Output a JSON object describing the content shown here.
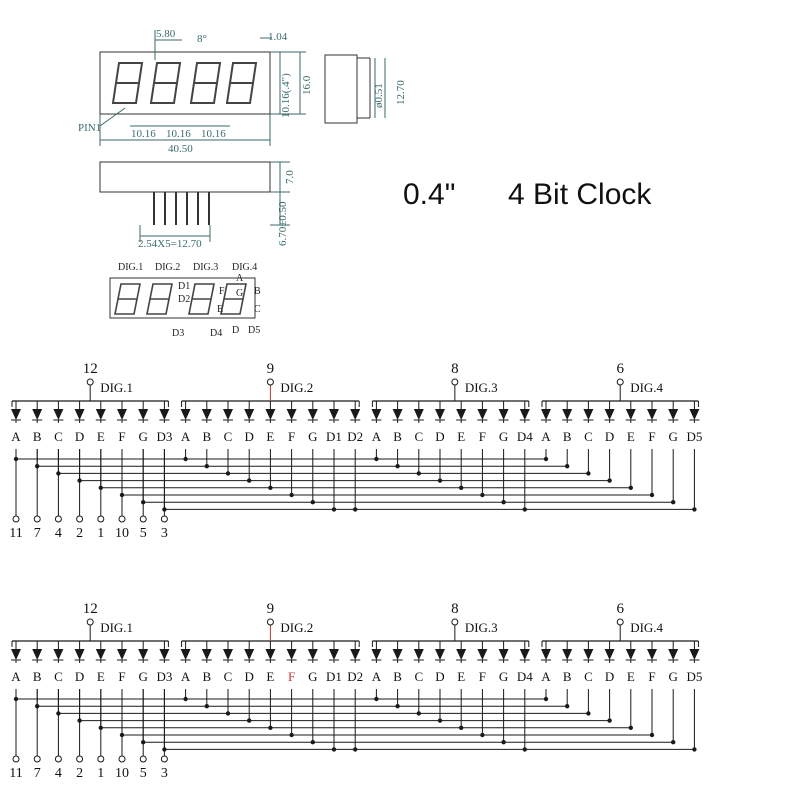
{
  "title": {
    "size": "0.4\"",
    "kind": "4 Bit Clock"
  },
  "mechanical": {
    "top_dims": [
      "5.80",
      "8°",
      "1.04"
    ],
    "height_dims": [
      "10.16(.4\")",
      "16.0"
    ],
    "pitch_dims": [
      "10.16",
      "10.16",
      "10.16"
    ],
    "width_dim": "40.50",
    "pin1": "PIN1",
    "side_dims": [
      "ø0.51",
      "12.70"
    ],
    "profile_dims": [
      "7.0",
      "6.70±0.50"
    ],
    "pin_pitch": "2.54X5=12.70"
  },
  "display_legend": {
    "digits": [
      "DIG.1",
      "DIG.2",
      "DIG.3",
      "DIG.4"
    ],
    "segment_labels": [
      "A",
      "B",
      "C",
      "D",
      "E",
      "F",
      "G"
    ],
    "point_labels": [
      "D1",
      "D2",
      "D3",
      "D4",
      "D5"
    ]
  },
  "schematics": [
    {
      "digits": [
        {
          "pin": "12",
          "label": "DIG.1",
          "segments": [
            "A",
            "B",
            "C",
            "D",
            "E",
            "F",
            "G",
            "D3"
          ]
        },
        {
          "pin": "9",
          "label": "DIG.2",
          "segments": [
            "A",
            "B",
            "C",
            "D",
            "E",
            "F",
            "G",
            "D1",
            "D2"
          ]
        },
        {
          "pin": "8",
          "label": "DIG.3",
          "segments": [
            "A",
            "B",
            "C",
            "D",
            "E",
            "F",
            "G",
            "D4"
          ]
        },
        {
          "pin": "6",
          "label": "DIG.4",
          "segments": [
            "A",
            "B",
            "C",
            "D",
            "E",
            "F",
            "G",
            "D5"
          ]
        }
      ],
      "bottom_pins": [
        "11",
        "7",
        "4",
        "2",
        "1",
        "10",
        "5",
        "3"
      ]
    },
    {
      "digits": [
        {
          "pin": "12",
          "label": "DIG.1",
          "segments": [
            "A",
            "B",
            "C",
            "D",
            "E",
            "F",
            "G",
            "D3"
          ]
        },
        {
          "pin": "9",
          "label": "DIG.2",
          "segments": [
            "A",
            "B",
            "C",
            "D",
            "E",
            "F",
            "G",
            "D1",
            "D2"
          ]
        },
        {
          "pin": "8",
          "label": "DIG.3",
          "segments": [
            "A",
            "B",
            "C",
            "D",
            "E",
            "F",
            "G",
            "D4"
          ]
        },
        {
          "pin": "6",
          "label": "DIG.4",
          "segments": [
            "A",
            "B",
            "C",
            "D",
            "E",
            "F",
            "G",
            "D5"
          ]
        }
      ],
      "bottom_pins": [
        "11",
        "7",
        "4",
        "2",
        "1",
        "10",
        "5",
        "3"
      ]
    }
  ],
  "colors": {
    "ink": "#1a1a1a",
    "dim": "#3a6a6a",
    "accent": "#c0392b"
  }
}
